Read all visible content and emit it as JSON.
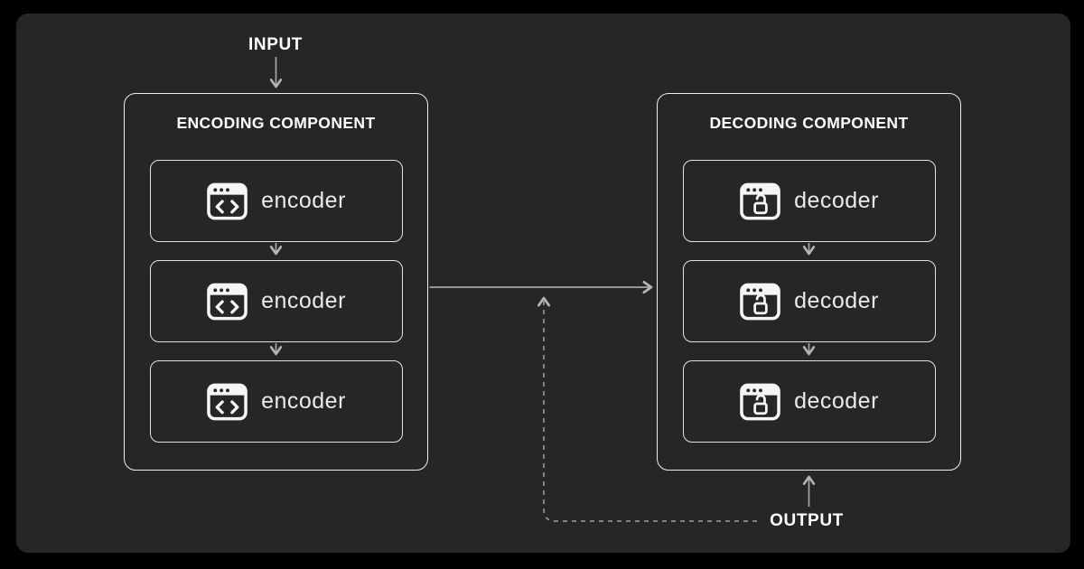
{
  "colors": {
    "frame_bg": "#000000",
    "panel_bg": "#262626",
    "box_border": "#ededed",
    "unit_border": "#e3e3e3",
    "title_text": "#ffffff",
    "unit_text": "#eaeaea",
    "arrow_line": "#a6a6a6",
    "dashed_line": "#8f8f8f",
    "icon_fill": "#f5f5f5"
  },
  "diagram": {
    "input_label": "INPUT",
    "output_label": "OUTPUT",
    "encoding": {
      "title": "ENCODING COMPONENT",
      "items": [
        {
          "label": "encoder",
          "icon": "code-window-icon"
        },
        {
          "label": "encoder",
          "icon": "code-window-icon"
        },
        {
          "label": "encoder",
          "icon": "code-window-icon"
        }
      ]
    },
    "decoding": {
      "title": "DECODING COMPONENT",
      "items": [
        {
          "label": "decoder",
          "icon": "unlock-window-icon"
        },
        {
          "label": "decoder",
          "icon": "unlock-window-icon"
        },
        {
          "label": "decoder",
          "icon": "unlock-window-icon"
        }
      ]
    },
    "edges": [
      {
        "from": "INPUT",
        "to": "encoding-component",
        "style": "solid-arrow-down"
      },
      {
        "from": "encoder-1",
        "to": "encoder-2",
        "style": "solid-arrow-down"
      },
      {
        "from": "encoder-2",
        "to": "encoder-3",
        "style": "solid-arrow-down"
      },
      {
        "from": "encoding-component",
        "to": "decoding-component",
        "style": "solid-arrow-right"
      },
      {
        "from": "decoder-1",
        "to": "decoder-2",
        "style": "solid-arrow-down"
      },
      {
        "from": "decoder-2",
        "to": "decoder-3",
        "style": "solid-arrow-down"
      },
      {
        "from": "OUTPUT",
        "to": "decoding-component",
        "style": "solid-arrow-up"
      },
      {
        "from": "OUTPUT",
        "to": "encoder-decoder-link",
        "style": "dashed-arrow"
      }
    ]
  }
}
